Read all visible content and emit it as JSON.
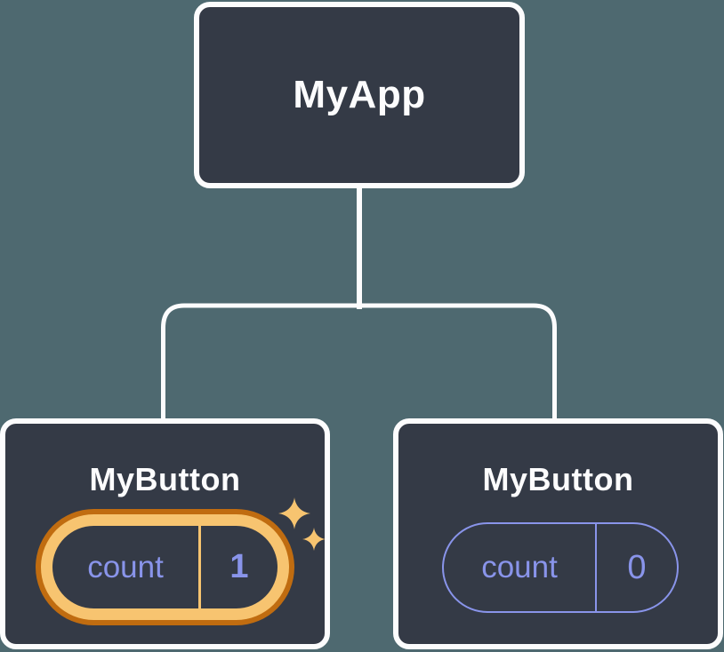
{
  "tree": {
    "root": {
      "label": "MyApp"
    },
    "children": [
      {
        "label": "MyButton",
        "state": {
          "name": "count",
          "value": "1"
        },
        "highlighted": true
      },
      {
        "label": "MyButton",
        "state": {
          "name": "count",
          "value": "0"
        },
        "highlighted": false
      }
    ]
  },
  "icons": {
    "highlight_large": "sparkle-icon",
    "highlight_small": "sparkle-icon"
  },
  "colors": {
    "background": "#4E6970",
    "node_fill": "#343A46",
    "node_border": "#FCFCFD",
    "connector": "#FCFCFD",
    "state_text": "#8994EA",
    "state_pill_border": "#8994EA",
    "highlight_gold": "#F7C470",
    "highlight_orange": "#C06C10"
  }
}
